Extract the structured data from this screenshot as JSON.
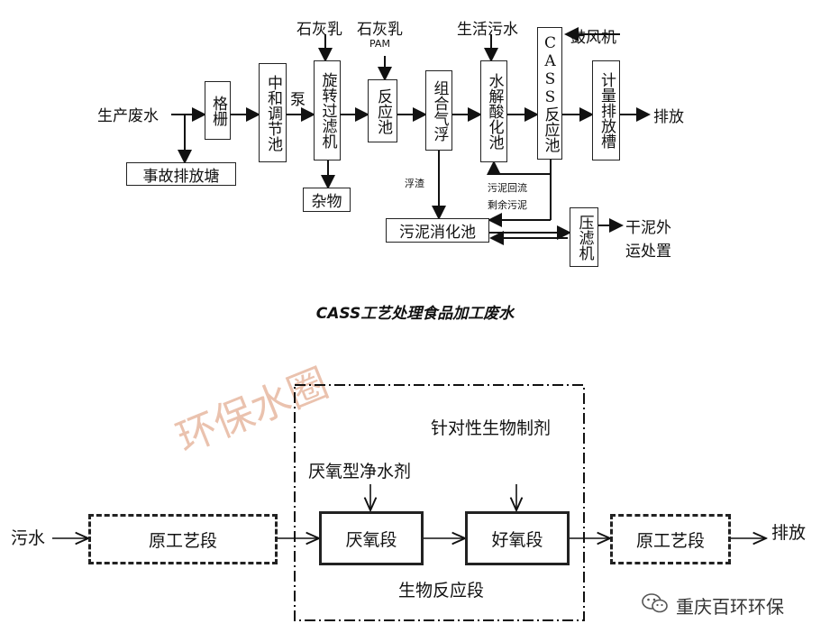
{
  "diagram1": {
    "inputs": {
      "waste": "生产废水",
      "lime1": "石灰乳",
      "lime2": "石灰乳",
      "pam": "PAM",
      "domestic": "生活污水",
      "blower": "鼓风机"
    },
    "boxes": {
      "grille": "格栅",
      "neutral": "中和调节池",
      "pump": "泵",
      "rotary": "旋转过滤机",
      "reaction": "反应池",
      "flotation": "组合气浮",
      "hydrolysis": "水解酸化池",
      "cass": "CASS反应池",
      "metering": "计量排放槽",
      "discharge": "排放",
      "accident": "事故排放塘",
      "debris": "杂物",
      "digestion": "污泥消化池",
      "filterpress": "压滤机",
      "dry1": "干泥外",
      "dry2": "运处置"
    },
    "annotations": {
      "scum": "浮渣",
      "return1": "污泥回流",
      "return2": "剩余污泥"
    },
    "caption": "CASS工艺处理食品加工废水"
  },
  "diagram2": {
    "inflow": "污水",
    "orig1": "原工艺段",
    "anaerobic": "厌氧段",
    "aerobic": "好氧段",
    "orig2": "原工艺段",
    "outflow": "排放",
    "anaerobic_agent": "厌氧型净水剂",
    "targeted_agent": "针对性生物制剂",
    "bio_section": "生物反应段"
  },
  "watermark": "环保水圈",
  "brand": "重庆百环环保"
}
